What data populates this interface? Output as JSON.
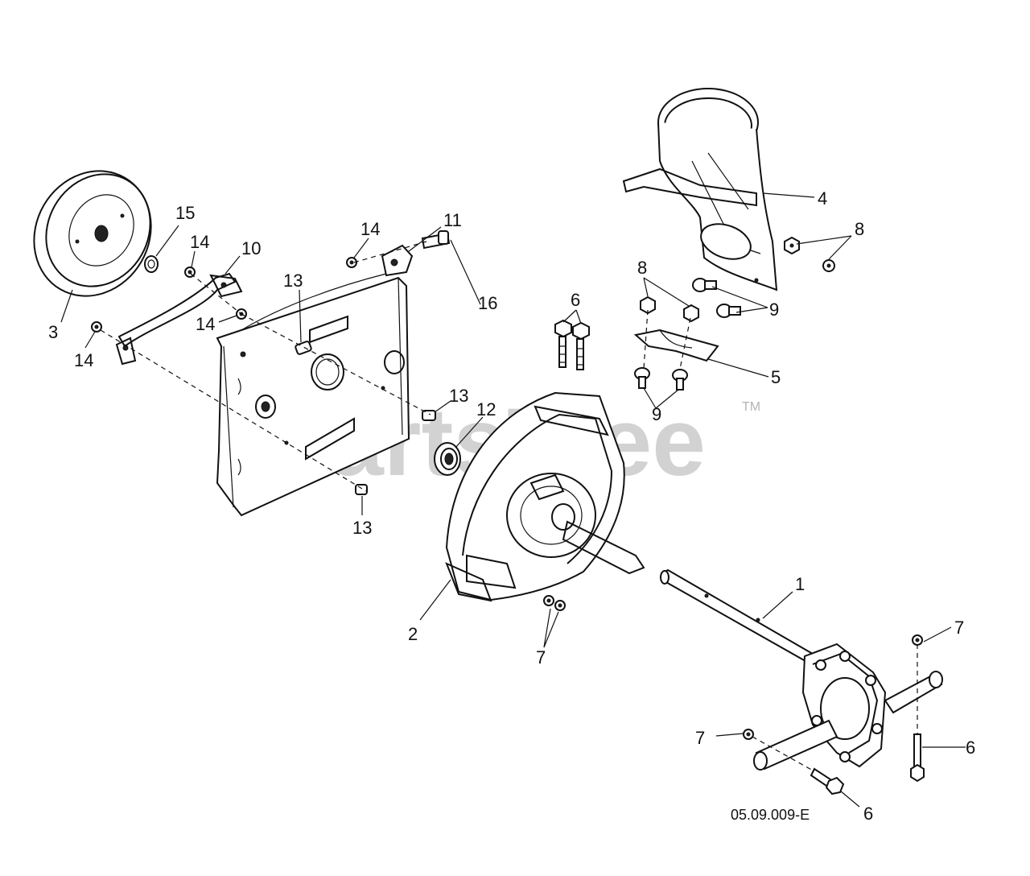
{
  "watermark": {
    "text": "PartsTree",
    "trademark": "TM"
  },
  "diagram_ref": "05.09.009-E",
  "callouts": {
    "c1": "1",
    "c2": "2",
    "c3": "3",
    "c4": "4",
    "c5": "5",
    "c6a": "6",
    "c6b": "6",
    "c6c": "6",
    "c7a": "7",
    "c7b": "7",
    "c7c": "7",
    "c8a": "8",
    "c8b": "8",
    "c9a": "9",
    "c9b": "9",
    "c10": "10",
    "c11": "11",
    "c12": "12",
    "c13a": "13",
    "c13b": "13",
    "c13c": "13",
    "c14a": "14",
    "c14b": "14",
    "c14c": "14",
    "c15": "15",
    "c16": "16"
  }
}
